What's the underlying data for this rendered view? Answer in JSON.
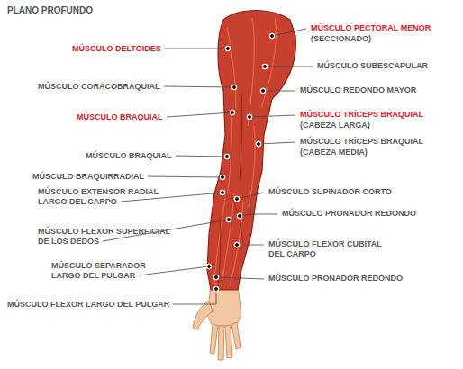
{
  "diagram": {
    "title": "PLANO PROFUNDO",
    "labels": [
      "MÚSCULO DELTOIDES",
      "MÚSCULO PECTORAL MENOR",
      "(SECCIONADO)",
      "MÚSCULO SUBESCAPULAR",
      "MÚSCULO CORACOBRAQUIAL",
      "MÚSCULO REDONDO MAYOR",
      "MÚSCULO BRAQUIAL",
      "MÚSCULO TRÍCEPS BRAQUIAL",
      "(CABEZA LARGA)",
      "MÚSCULO TRÍCEPS BRAQUIAL",
      "(CABEZA MEDIA)",
      "MÚSCULO BRAQUIAL",
      "MÚSCULO BRAQUIRRADIAL",
      "MÚSCULO EXTENSOR RADIAL LARGO DEL CARPO",
      "MÚSCULO SUPINADOR CORTO",
      "MÚSCULO PRONADOR REDONDO",
      "MÚSCULO FLEXOR SUPERFICIAL DE LOS DEDOS",
      "MÚSCULO FLEXOR CUBITAL DEL CARPO",
      "MÚSCULO SEPARADOR LARGO DEL PULGAR",
      "MÚSCULO PRONADOR REDONDO",
      "MÚSCULO FLEXOR LARGO DEL PULGAR"
    ]
  }
}
